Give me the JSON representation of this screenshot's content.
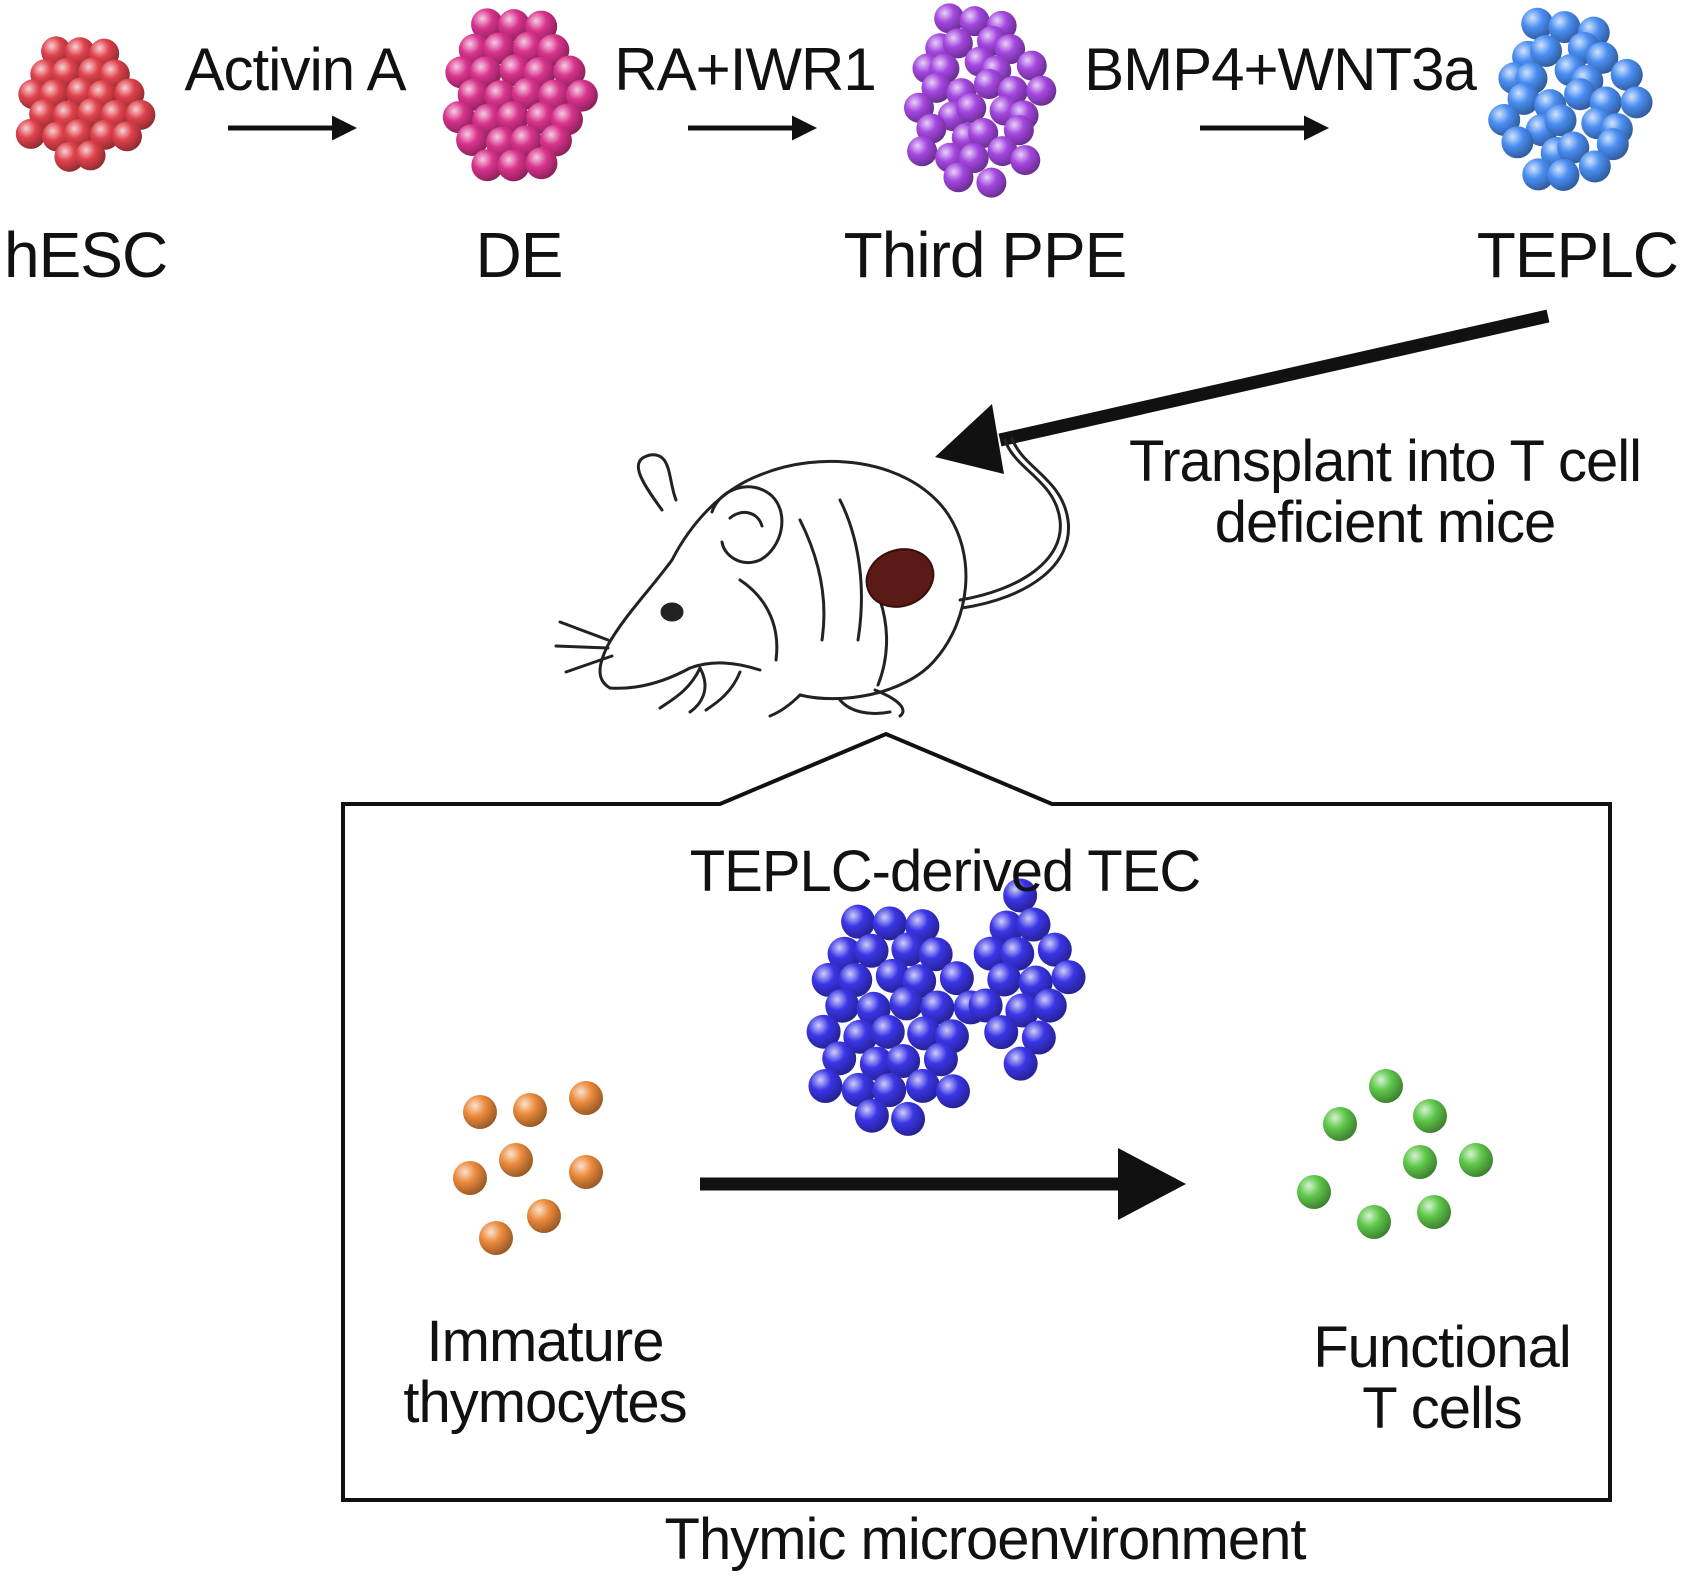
{
  "stages": [
    {
      "label": "hESC",
      "color": "#e0424c"
    },
    {
      "label": "DE",
      "color": "#d9338c"
    },
    {
      "label": "Third PPE",
      "color": "#a447e0"
    },
    {
      "label": "TEPLC",
      "color": "#4a8ef2"
    }
  ],
  "reagents": [
    "Activin A",
    "RA+IWR1",
    "BMP4+WNT3a"
  ],
  "transplant": {
    "line1": "Transplant into T cell",
    "line2": "deficient mice"
  },
  "tec": {
    "label": "TEPLC-derived TEC",
    "color": "#3a35e6"
  },
  "immature": {
    "line1": "Immature",
    "line2": "thymocytes",
    "color": "#ec8a3c"
  },
  "functional": {
    "line1": "Functional",
    "line2": "T cells",
    "color": "#5fc84a"
  },
  "environment_label": "Thymic microenvironment",
  "kidney_color": "#5a1a16"
}
